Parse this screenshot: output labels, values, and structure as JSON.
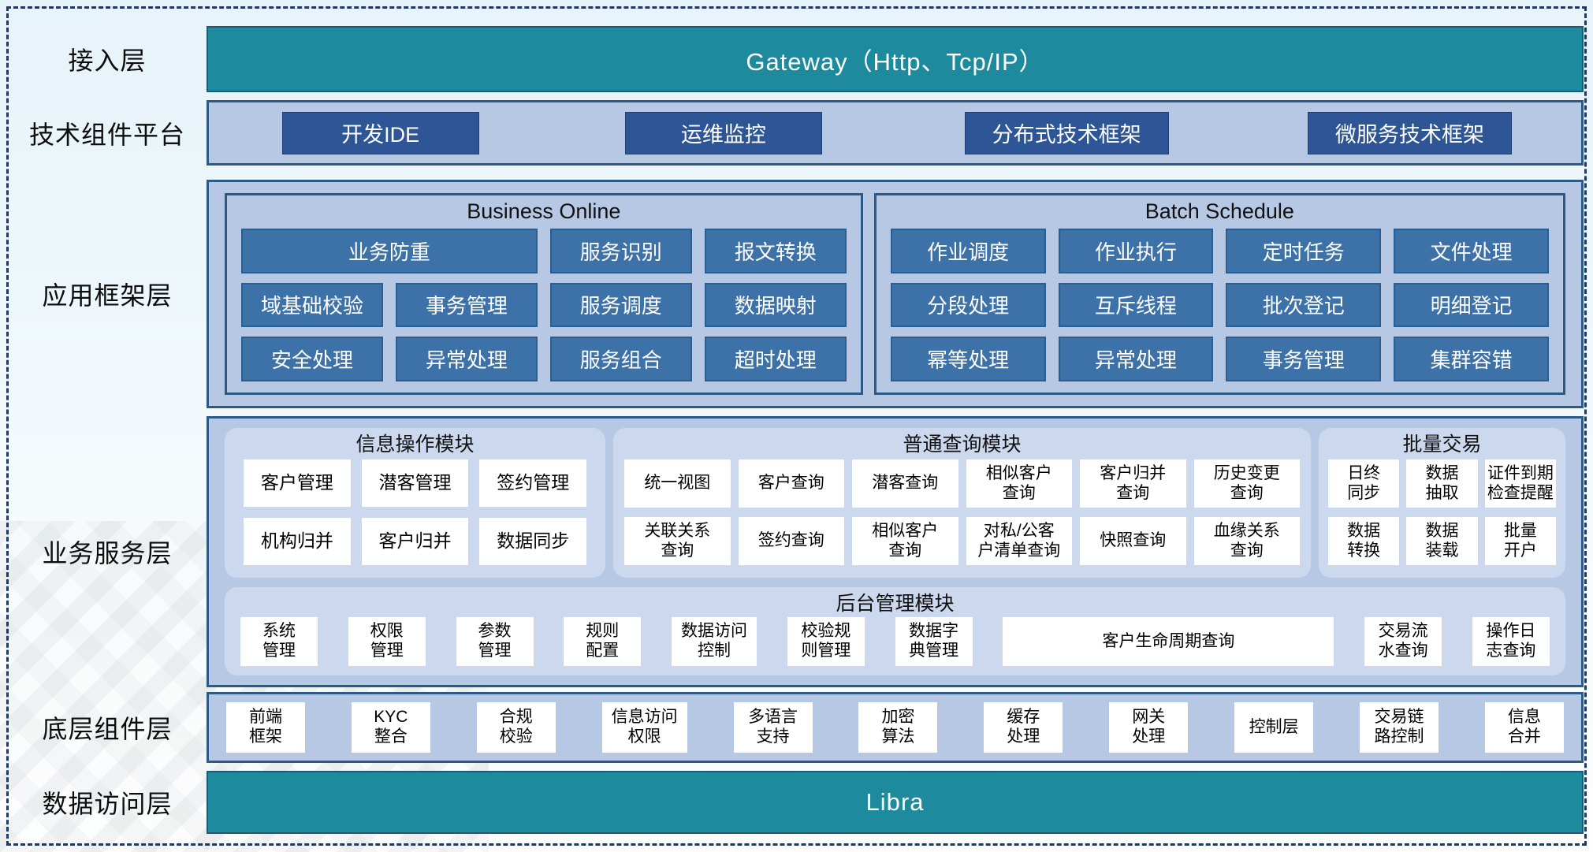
{
  "colors": {
    "teal": "#1d8a9d",
    "navy_button": "#2e5596",
    "steel_button": "#3d72a8",
    "band_background": "#b6c8e4",
    "rounded_panel": "#ccd8ee",
    "dashed_border": "#22395e"
  },
  "layers": {
    "access": {
      "label": "接入层",
      "gateway": "Gateway（Http、Tcp/IP）"
    },
    "tech": {
      "label": "技术组件平台",
      "items": [
        "开发IDE",
        "运维监控",
        "分布式技术框架",
        "微服务技术框架"
      ]
    },
    "app": {
      "label": "应用框架层",
      "business_online": {
        "title": "Business Online",
        "buttons": [
          [
            "业务防重",
            "服务识别",
            "报文转换"
          ],
          [
            "域基础校验",
            "事务管理",
            "服务调度",
            "数据映射"
          ],
          [
            "安全处理",
            "异常处理",
            "服务组合",
            "超时处理"
          ]
        ]
      },
      "batch_schedule": {
        "title": "Batch Schedule",
        "buttons": [
          [
            "作业调度",
            "作业执行",
            "定时任务",
            "文件处理"
          ],
          [
            "分段处理",
            "互斥线程",
            "批次登记",
            "明细登记"
          ],
          [
            "幂等处理",
            "异常处理",
            "事务管理",
            "集群容错"
          ]
        ]
      }
    },
    "service": {
      "label": "业务服务层",
      "info_module": {
        "title": "信息操作模块",
        "items": [
          "客户管理",
          "潜客管理",
          "签约管理",
          "机构归并",
          "客户归并",
          "数据同步"
        ]
      },
      "query_module": {
        "title": "普通查询模块",
        "items": [
          "统一视图",
          "客户查询",
          "潜客查询",
          "相似客户\n查询",
          "客户归并\n查询",
          "历史变更\n查询",
          "关联关系\n查询",
          "签约查询",
          "相似客户\n查询",
          "对私/公客\n户清单查询",
          "快照查询",
          "血缘关系\n查询"
        ]
      },
      "batch_module": {
        "title": "批量交易",
        "items": [
          "日终\n同步",
          "数据\n抽取",
          "证件到期\n检查提醒",
          "数据\n转换",
          "数据\n装载",
          "批量\n开户"
        ]
      },
      "admin_module": {
        "title": "后台管理模块",
        "items": [
          "系统\n管理",
          "权限\n管理",
          "参数\n管理",
          "规则\n配置",
          "数据访问\n控制",
          "校验规\n则管理",
          "数据字\n典管理",
          "客户生命周期查询",
          "交易流\n水查询",
          "操作日\n志查询"
        ]
      }
    },
    "base": {
      "label": "底层组件层",
      "items": [
        "前端\n框架",
        "KYC\n整合",
        "合规\n校验",
        "信息访问\n权限",
        "多语言\n支持",
        "加密\n算法",
        "缓存\n处理",
        "网关\n处理",
        "控制层",
        "交易链\n路控制",
        "信息\n合并"
      ]
    },
    "data_access": {
      "label": "数据访问层",
      "bar": "Libra"
    }
  }
}
